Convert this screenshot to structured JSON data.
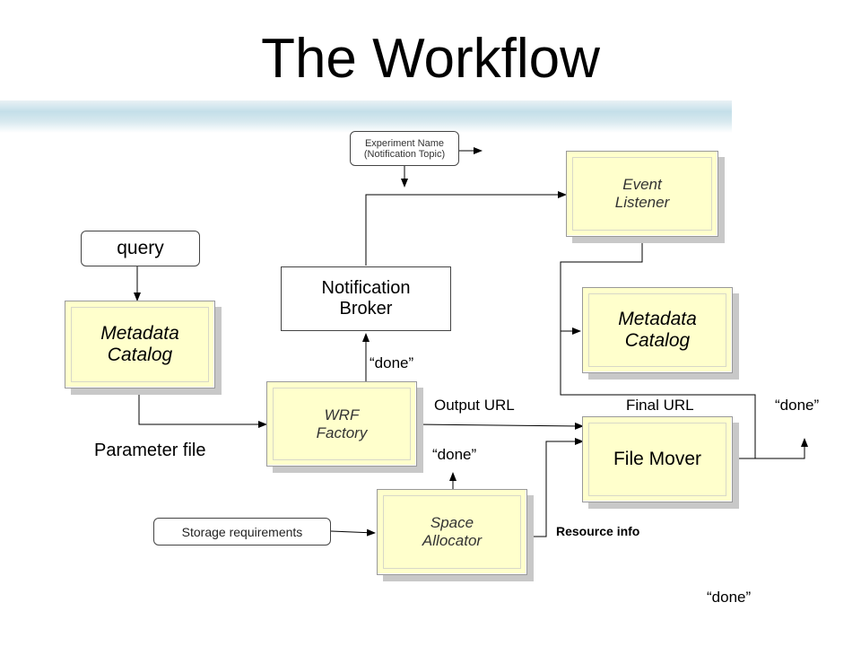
{
  "title": "The Workflow",
  "nodes": {
    "experiment_name": "Experiment Name\n(Notification Topic)",
    "event_listener": "Event\nListener",
    "query": "query",
    "notification_broker": "Notification\nBroker",
    "metadata_catalog_left": "Metadata\nCatalog",
    "metadata_catalog_right": "Metadata\nCatalog",
    "wrf_factory": "WRF\nFactory",
    "file_mover": "File Mover",
    "space_allocator": "Space\nAllocator",
    "storage_requirements": "Storage requirements"
  },
  "labels": {
    "done_broker": "“done”",
    "output_url": "Output URL",
    "final_url": "Final URL",
    "done_right": "“done”",
    "parameter_file": "Parameter file",
    "done_allocator": "“done”",
    "resource_info": "Resource info",
    "done_bottom": "“done”"
  }
}
